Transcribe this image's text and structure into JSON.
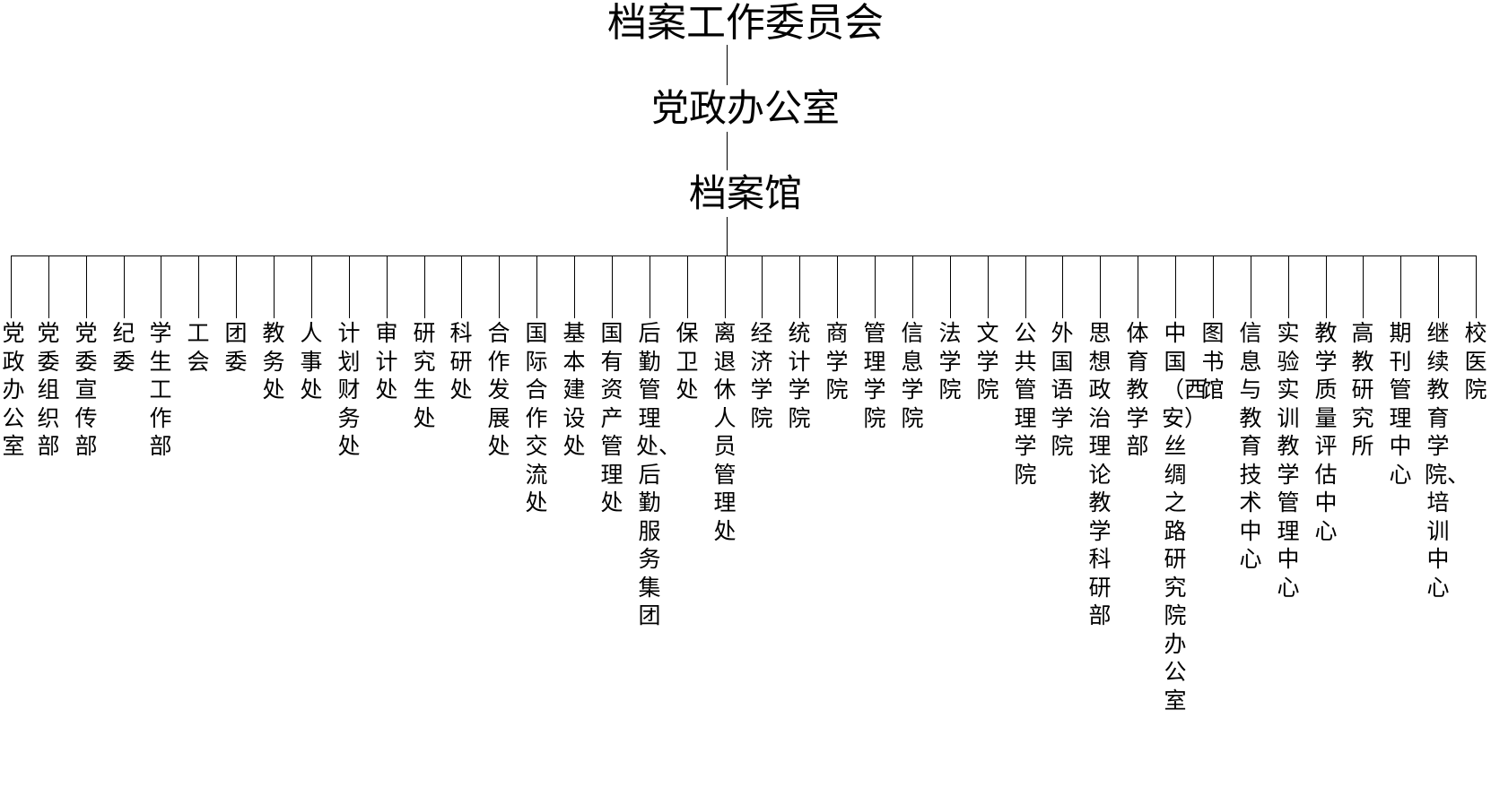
{
  "chart": {
    "root": "档案工作委员会",
    "second": "党政办公室",
    "third": "档案馆",
    "children": [
      "党政办公室",
      "党委组织部",
      "党委宣传部",
      "纪委",
      "学生工作部",
      "工会",
      "团委",
      "教务处",
      "人事处",
      "计划财务处",
      "审计处",
      "研究生处",
      "科研处",
      "合作发展处",
      "国际合作交流处",
      "基本建设处",
      "国有资产管理处",
      "后勤管理处、后勤服务集团",
      "保卫处",
      "离退休人员管理处",
      "经济学院",
      "统计学院",
      "商学院",
      "管理学院",
      "信息学院",
      "法学院",
      "文学院",
      "公共管理学院",
      "外国语学院",
      "思想政治理论教学科研部",
      "体育教学部",
      "中国（西安）丝绸之路研究院办公室",
      "图书馆",
      "信息与教育技术中心",
      "实验实训教学管理中心",
      "教学质量评估中心",
      "高教研究所",
      "期刊管理中心",
      "继续教育学院、培训中心",
      "校医院"
    ]
  }
}
